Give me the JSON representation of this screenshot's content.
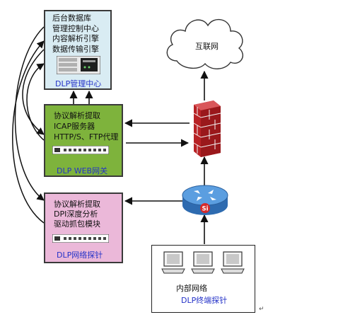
{
  "mgmt_center": {
    "lines": [
      "后台数据库",
      "管理控制中心",
      "内容解析引擎",
      "数据传输引擎"
    ],
    "caption": "DLP管理中心"
  },
  "web_gateway": {
    "lines": [
      "协议解析提取",
      "ICAP服务器",
      "HTTP/S、FTP代理"
    ],
    "caption": "DLP WEB网关"
  },
  "network_probe": {
    "lines": [
      "协议解析提取",
      "DPI深度分析",
      "驱动抓包模块"
    ],
    "caption": "DLP网络探针"
  },
  "internet": {
    "label": "互联网"
  },
  "internal_network": {
    "label": "内部网络",
    "caption": "DLP终端探针"
  },
  "router": {
    "badge": "Si"
  },
  "return_mark": "↵",
  "colors": {
    "mgmt_fill": "#d9ecf3",
    "web_fill": "#7eb33c",
    "probe_fill": "#ebb8d9",
    "caption_blue": "#2432c8",
    "firewall_red": "#c0282b",
    "router_blue": "#3c7fc7"
  }
}
